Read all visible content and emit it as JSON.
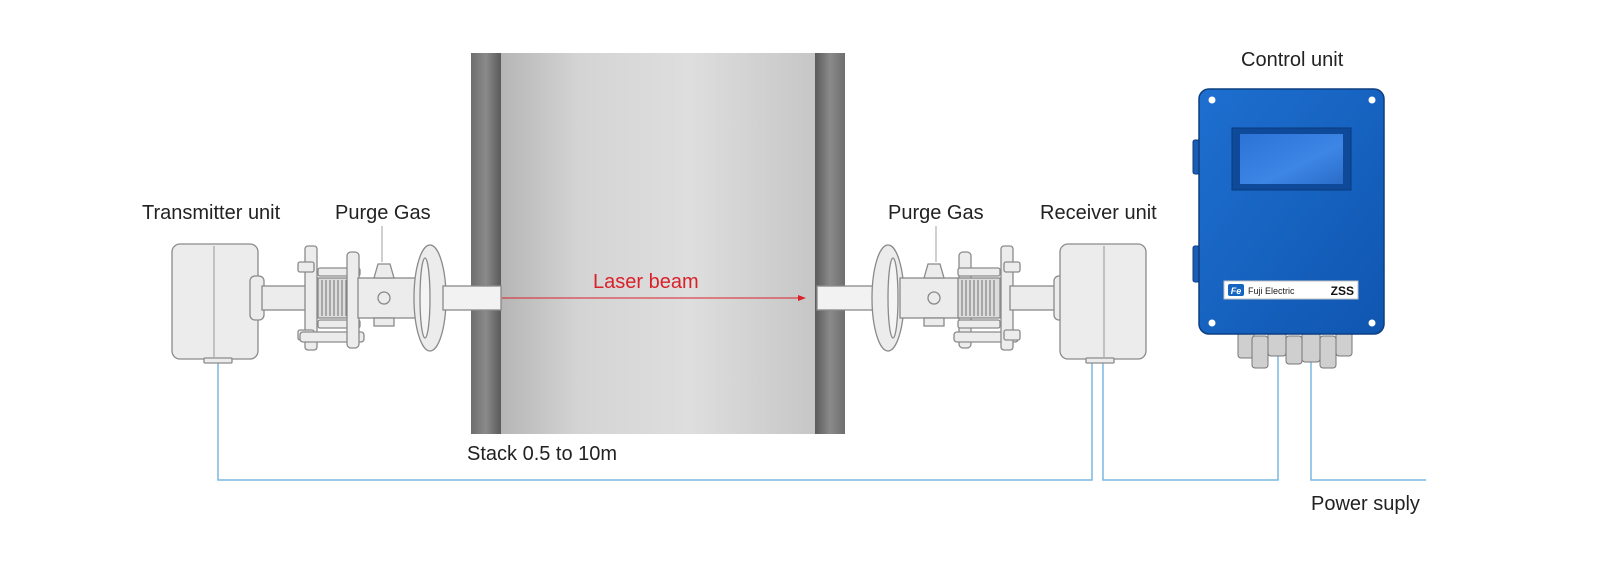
{
  "labels": {
    "transmitter": "Transmitter unit",
    "purge_left": "Purge Gas",
    "purge_right": "Purge Gas",
    "receiver": "Receiver unit",
    "control": "Control unit",
    "laser": "Laser beam",
    "stack": "Stack 0.5 to 10m",
    "power": "Power suply"
  },
  "control_panel": {
    "brand": "Fuji Electric",
    "model": "ZSS"
  },
  "colors": {
    "wire": "#7ab8e0",
    "laser": "#d9212a",
    "panel": "#1565c0",
    "device_fill": "#ececec",
    "device_stroke": "#888888"
  },
  "icons": [
    "fuji-electric-logo"
  ]
}
